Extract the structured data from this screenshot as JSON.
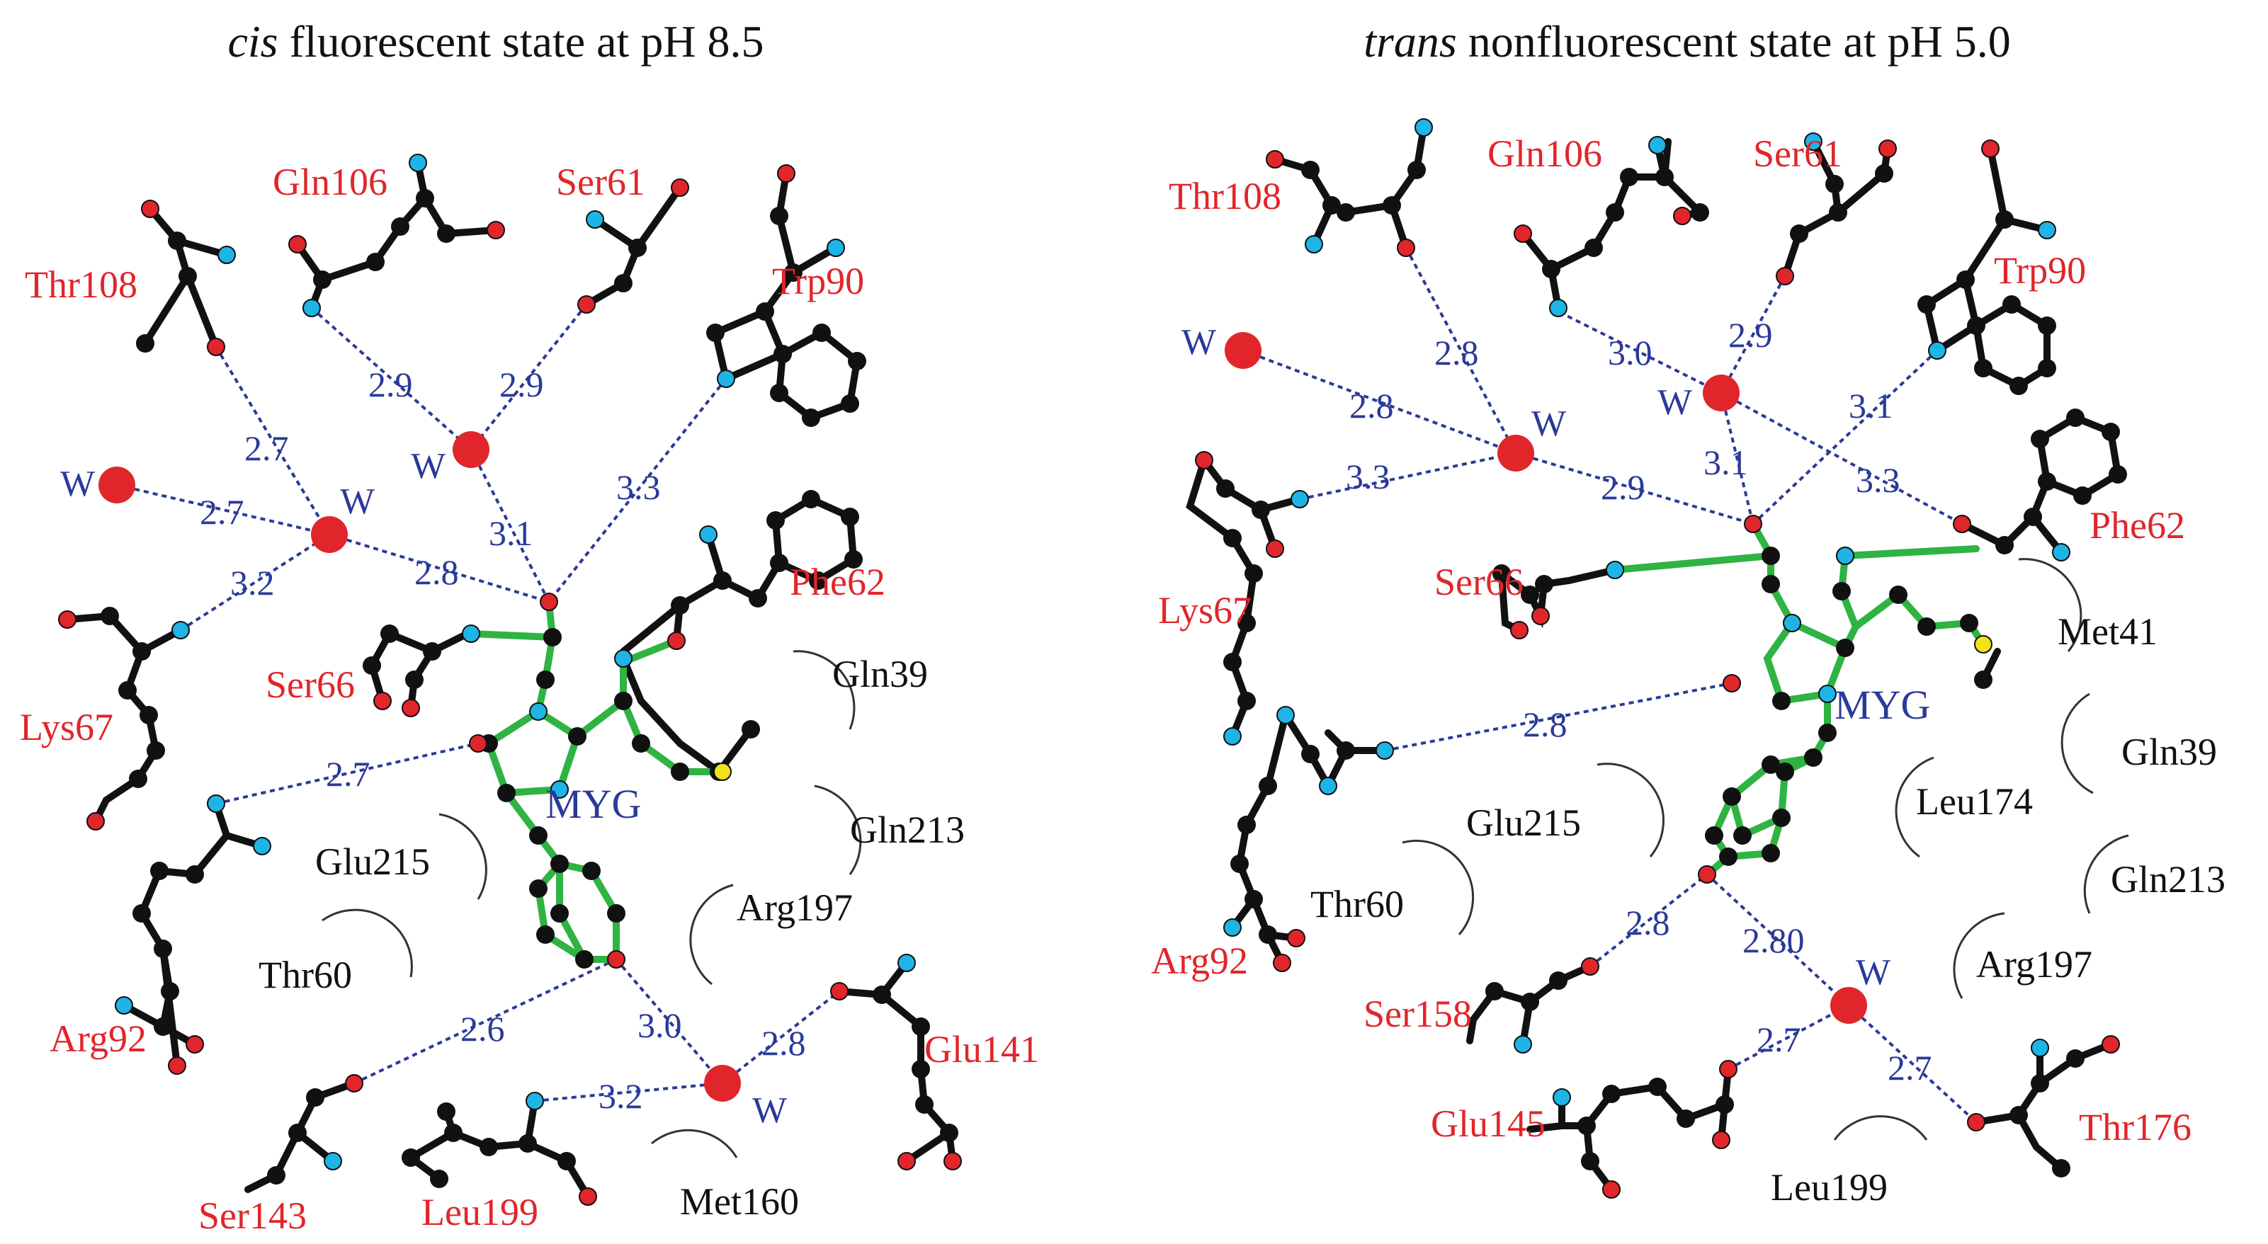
{
  "panels": [
    {
      "title_italic": "cis",
      "title_rest": " fluorescent state at pH 8.5",
      "ligand": "MYG",
      "water_label": "W",
      "residues": [
        "Gln106",
        "Ser61",
        "Thr108",
        "Trp90",
        "Phe62",
        "Ser66",
        "Lys67",
        "Arg92",
        "Glu141",
        "Ser143",
        "Leu199"
      ],
      "hydrophobic": [
        "Gln39",
        "Gln213",
        "Glu215",
        "Arg197",
        "Thr60",
        "Met160"
      ],
      "distances": [
        "2.9",
        "2.9",
        "2.7",
        "3.3",
        "2.7",
        "3.1",
        "2.8",
        "3.2",
        "2.7",
        "2.6",
        "3.0",
        "2.8",
        "3.2"
      ]
    },
    {
      "title_italic": "trans",
      "title_rest": " nonfluorescent state at pH 5.0",
      "ligand": "MYG",
      "water_label": "W",
      "residues": [
        "Thr108",
        "Gln106",
        "Ser61",
        "Trp90",
        "Phe62",
        "Lys67",
        "Ser66",
        "Arg92",
        "Ser158",
        "Glu145",
        "Thr176"
      ],
      "hydrophobic": [
        "Met41",
        "Gln39",
        "Leu174",
        "Glu215",
        "Gln213",
        "Thr60",
        "Arg197",
        "Leu199"
      ],
      "distances": [
        "2.8",
        "3.0",
        "2.9",
        "2.8",
        "3.1",
        "3.1",
        "3.3",
        "3.3",
        "2.9",
        "2.8",
        "2.8",
        "2.80",
        "2.7",
        "2.7"
      ]
    }
  ],
  "colors": {
    "bond": "#111111",
    "ligand_bond": "#2fb343",
    "hbond": "#2a3a99",
    "oxygen": "#e0262b",
    "nitrogen": "#1fb4e6",
    "sulfur": "#f2e21c",
    "residue_label": "#e0262b",
    "hydrophobic_label": "#111111"
  }
}
